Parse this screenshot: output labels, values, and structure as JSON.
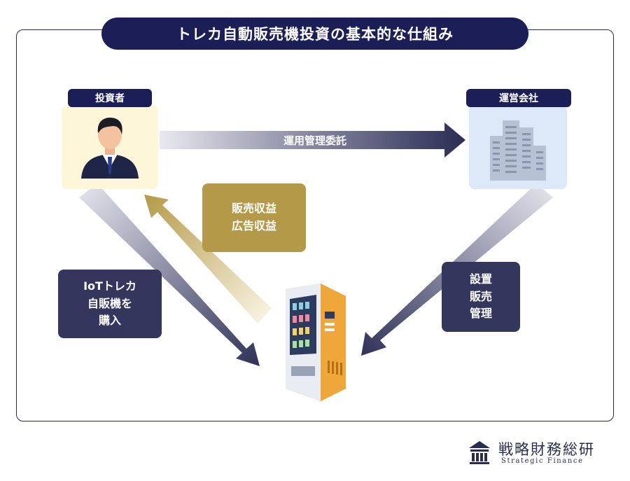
{
  "title": "トレカ自動販売機投資の基本的な仕組み",
  "nodes": {
    "investor": "投資者",
    "company": "運営会社"
  },
  "flows": {
    "consignment": "運用管理委託",
    "revenue": [
      "販売収益",
      "広告収益"
    ],
    "purchase": [
      "IoTトレカ",
      "自販機を",
      "購入"
    ],
    "operation": [
      "設置",
      "販売",
      "管理"
    ]
  },
  "logo": {
    "name": "戦略財務総研",
    "english": "Strategic Finance"
  },
  "colors": {
    "navy": "#1c1f57",
    "gold": "#b49a48",
    "note_navy": "#34365e"
  }
}
